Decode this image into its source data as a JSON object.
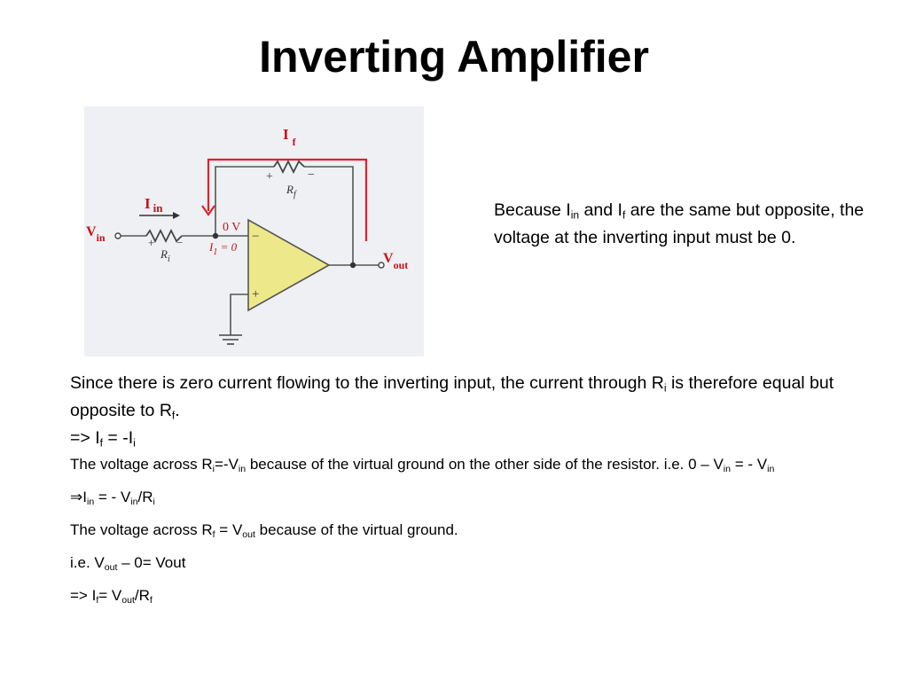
{
  "title": "Inverting Amplifier",
  "circuit": {
    "if_main": "I",
    "if_sub": "f",
    "iin_main": "I",
    "iin_sub": "in",
    "vin_main": "V",
    "vin_sub": "in",
    "vout_main": "V",
    "vout_sub": "out",
    "zero_v": "0 V",
    "i1_main": "I",
    "i1_sub": "1",
    "i1_rest": " = 0",
    "rf_main": "R",
    "rf_sub": "f",
    "ri_main": "R",
    "ri_sub": "i",
    "plus": "+",
    "minus": "−",
    "colors": {
      "current_arrow": "#e0202a",
      "label_red": "#c8121c",
      "opamp_fill": "#ede98a"
    }
  },
  "side_note": {
    "a": "Because I",
    "a_sub": "in",
    "b": " and I",
    "b_sub": "f",
    "c": " are the same but opposite, the voltage at the inverting input must be 0."
  },
  "lines": {
    "l1_a": "Since there is zero current flowing to the inverting input, the current through R",
    "l1_sub": "i",
    "l1_b": " is therefore equal but opposite to R",
    "l1_sub2": "f",
    "l1_c": ".",
    "l2_a": "=> I",
    "l2_sub": "f",
    "l2_b": " = -I",
    "l2_sub2": "i",
    "l3_a": "The voltage across R",
    "l3_sub": "i",
    "l3_b": "=-V",
    "l3_sub2": "in",
    "l3_c": " because of the virtual ground on the other side of the resistor. i.e. 0 – V",
    "l3_sub3": "in",
    "l3_d": " = - V",
    "l3_sub4": "in",
    "l4_arrow": "⇒",
    "l4_a": "I",
    "l4_sub": "in",
    "l4_b": " = - V",
    "l4_sub2": "in",
    "l4_c": "/R",
    "l4_sub3": "i",
    "l5_a": "The voltage across R",
    "l5_sub": "f",
    "l5_b": " = V",
    "l5_sub2": "out",
    "l5_c": " because of the virtual ground.",
    "l6_a": "i.e. V",
    "l6_sub": "out",
    "l6_b": " – 0= Vout",
    "l7_a": "=> I",
    "l7_sub": "f",
    "l7_b": "= V",
    "l7_sub2": "out",
    "l7_c": "/R",
    "l7_sub3": "f"
  }
}
